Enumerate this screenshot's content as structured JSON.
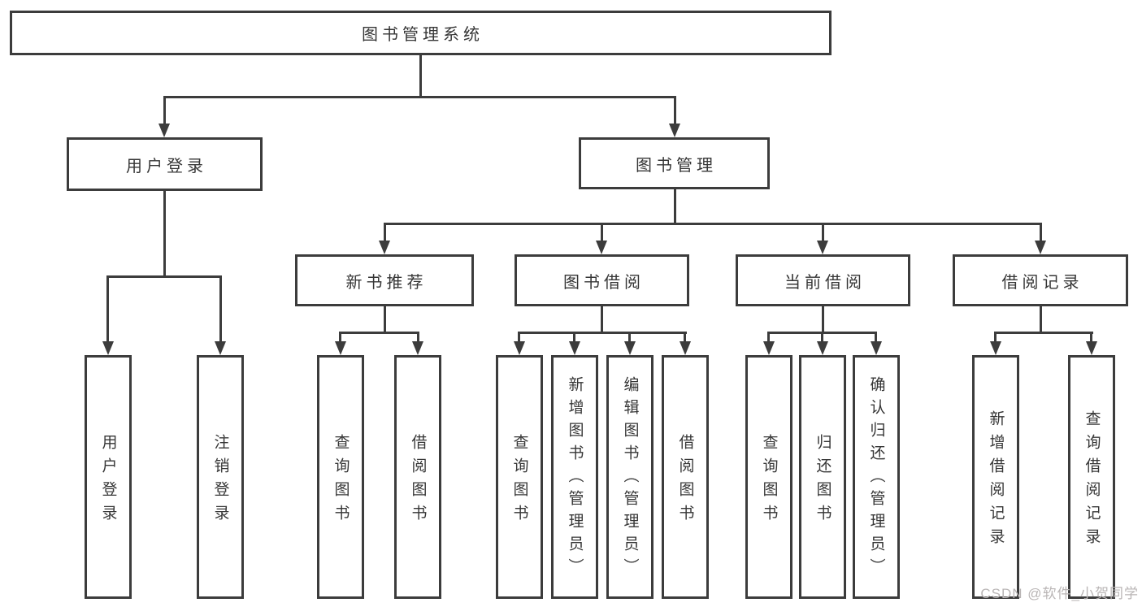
{
  "diagram": {
    "root": {
      "label": "图书管理系统"
    },
    "level2": [
      {
        "label": "用户登录"
      },
      {
        "label": "图书管理"
      }
    ],
    "level3": [
      {
        "label": "新书推荐"
      },
      {
        "label": "图书借阅"
      },
      {
        "label": "当前借阅"
      },
      {
        "label": "借阅记录"
      }
    ],
    "leaves": [
      {
        "label": "用户登录"
      },
      {
        "label": "注销登录"
      },
      {
        "label": "查询图书"
      },
      {
        "label": "借阅图书"
      },
      {
        "label": "查询图书"
      },
      {
        "label": "新增图书（管理员）"
      },
      {
        "label": "编辑图书（管理员）"
      },
      {
        "label": "借阅图书"
      },
      {
        "label": "查询图书"
      },
      {
        "label": "归还图书"
      },
      {
        "label": "确认归还（管理员）"
      },
      {
        "label": "新增借阅记录"
      },
      {
        "label": "查询借阅记录"
      }
    ]
  },
  "colors": {
    "line": "#3c3c3c",
    "text": "#363636",
    "watermark": "#b9b5b5"
  },
  "watermark": {
    "text": "CSDN @软件_小贺同学"
  }
}
